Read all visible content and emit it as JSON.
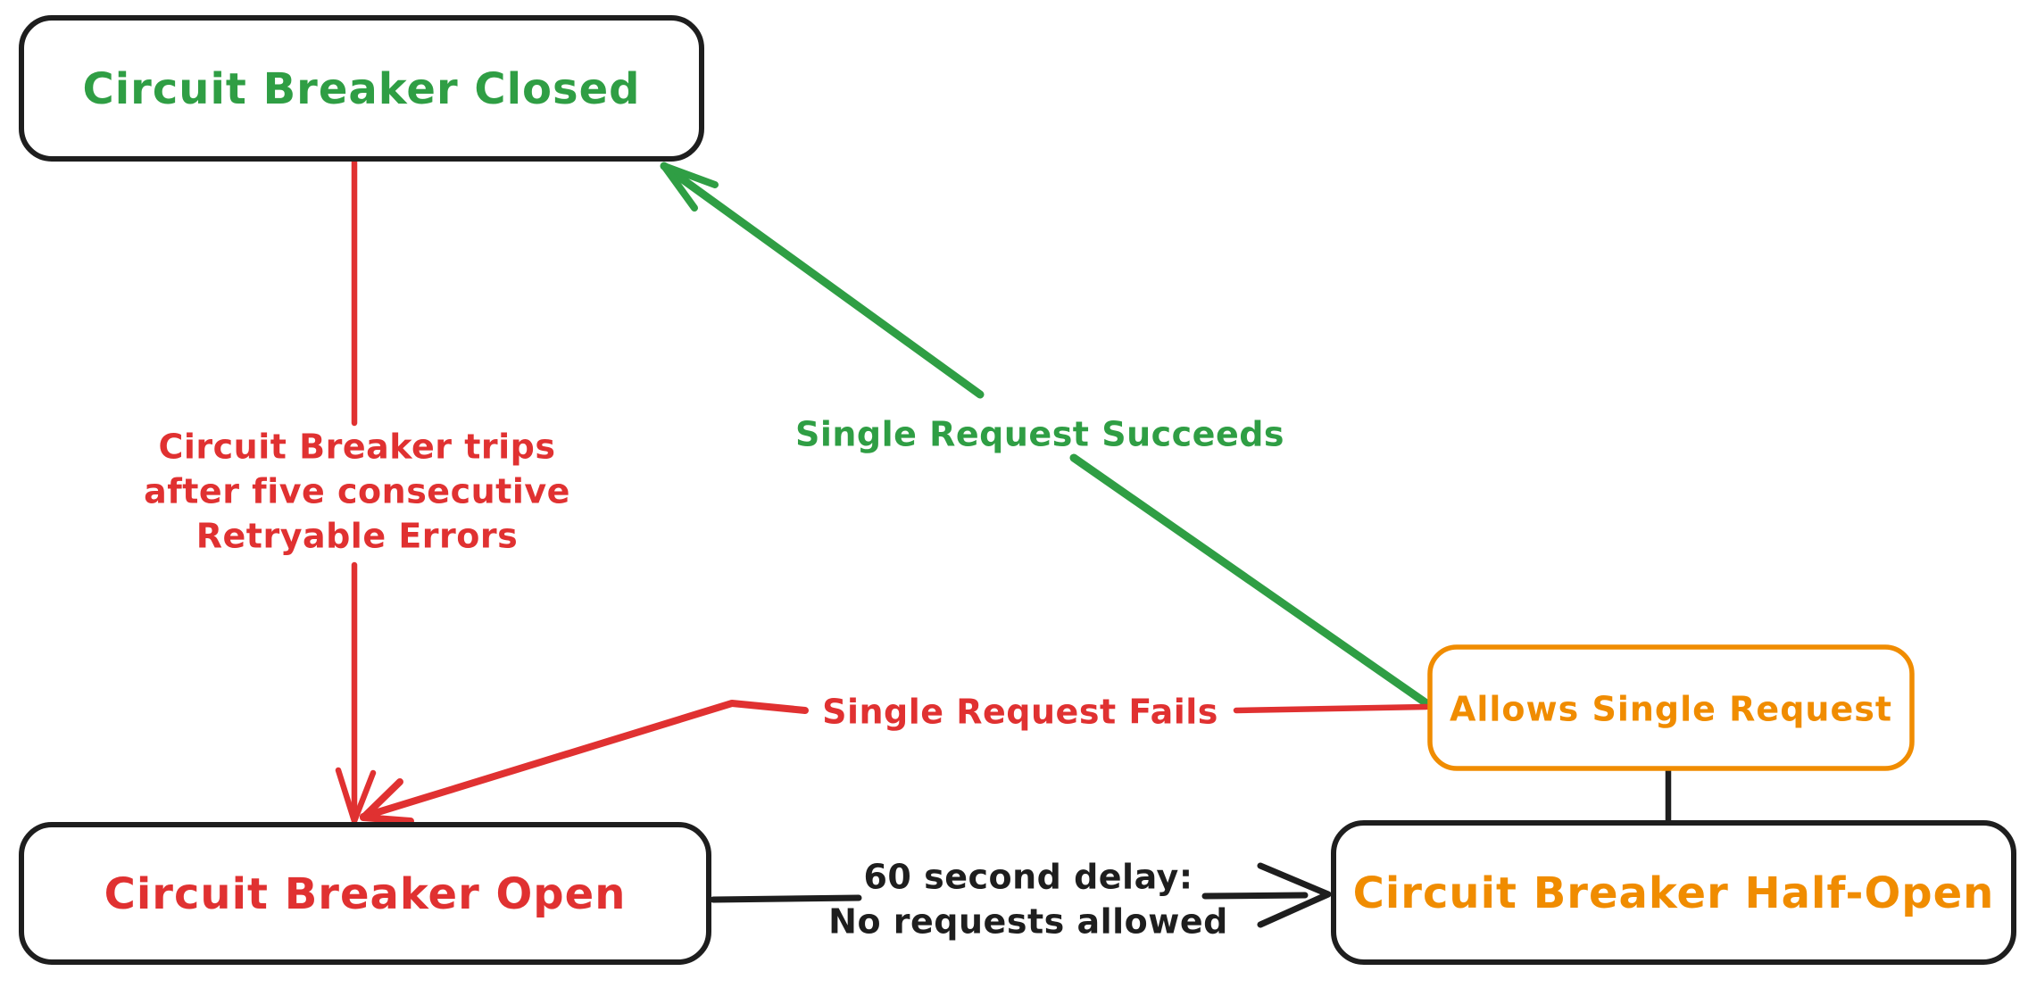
{
  "diagram": {
    "type": "state-diagram",
    "subject": "circuit-breaker",
    "colors": {
      "green": "#2f9e44",
      "red": "#e03131",
      "orange": "#f08c00",
      "ink": "#1e1e1e",
      "background": "#ffffff"
    },
    "nodes": {
      "closed": {
        "label": "Circuit Breaker Closed",
        "text_color": "#2f9e44",
        "border_color": "#1e1e1e"
      },
      "open": {
        "label": "Circuit Breaker Open",
        "text_color": "#e03131",
        "border_color": "#1e1e1e"
      },
      "half_open": {
        "label": "Circuit Breaker Half-Open",
        "text_color": "#f08c00",
        "border_color": "#1e1e1e"
      },
      "allows": {
        "label": "Allows Single Request",
        "text_color": "#f08c00",
        "border_color": "#f08c00"
      }
    },
    "edges": {
      "trip": {
        "from": "closed",
        "to": "open",
        "color": "#e03131",
        "arrowhead": true,
        "label_lines": [
          "Circuit Breaker trips",
          "after five consecutive",
          "Retryable Errors"
        ]
      },
      "succeed": {
        "from": "allows",
        "to": "closed",
        "color": "#2f9e44",
        "arrowhead": true,
        "label": "Single Request Succeeds"
      },
      "fail": {
        "from": "allows",
        "to": "open",
        "color": "#e03131",
        "arrowhead": true,
        "label": "Single Request Fails"
      },
      "delay": {
        "from": "open",
        "to": "half_open",
        "color": "#1e1e1e",
        "arrowhead": true,
        "label_lines": [
          "60 second delay:",
          "No requests allowed"
        ]
      },
      "probe_connector": {
        "from": "half_open",
        "to": "allows",
        "color": "#1e1e1e",
        "arrowhead": false,
        "label": ""
      }
    }
  }
}
